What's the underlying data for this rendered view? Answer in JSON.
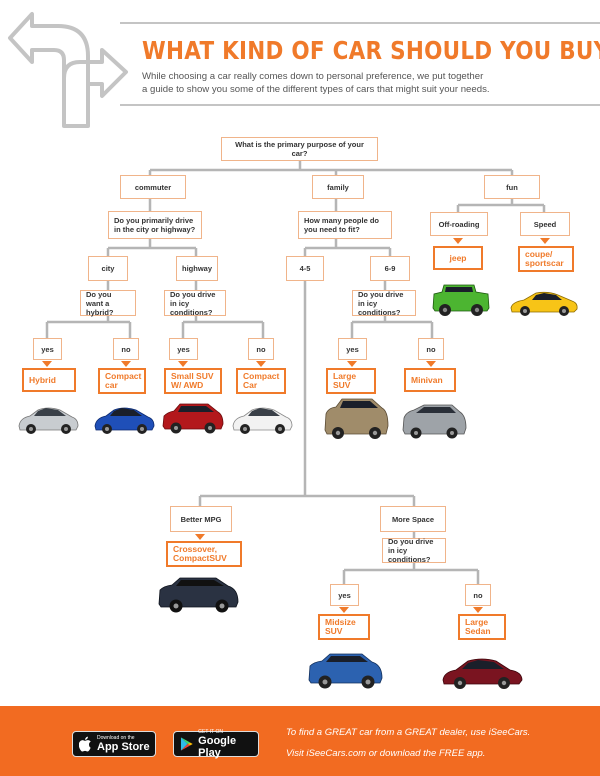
{
  "header": {
    "title": "WHAT KIND OF CAR SHOULD YOU BUY?",
    "subtitle_line1": "While choosing a car really comes down to personal preference, we put together",
    "subtitle_line2": "a guide to show you some of the different types of cars that might suit your needs."
  },
  "flowchart": {
    "root": "What is the primary purpose of your car?",
    "commuter": "commuter",
    "family": "family",
    "fun": "fun",
    "commuter_q": "Do you primarily drive in the city or highway?",
    "city": "city",
    "highway": "highway",
    "hybrid_q": "Do you want a hybrid?",
    "icy_q1": "Do you drive in icy conditions?",
    "yes1": "yes",
    "no1": "no",
    "yes2": "yes",
    "no2": "no",
    "hybrid": "Hybrid",
    "compact1": "Compact car",
    "small_suv": "Small SUV W/ AWD",
    "compact2": "Compact Car",
    "family_q": "How many people do you need to fit?",
    "four_five": "4-5",
    "six_nine": "6-9",
    "icy_q2": "Do you drive in icy conditions?",
    "yes3": "yes",
    "no3": "no",
    "large_suv": "Large SUV",
    "minivan": "Minivan",
    "offroading": "Off-roading",
    "speed": "Speed",
    "jeep": "jeep",
    "coupe": "coupe/ sportscar",
    "better_mpg": "Better MPG",
    "more_space": "More Space",
    "crossover": "Crossover, CompactSUV",
    "icy_q3": "Do you drive in icy conditions?",
    "yes4": "yes",
    "no4": "no",
    "midsize_suv": "Midsize SUV",
    "large_sedan": "Large Sedan"
  },
  "footer": {
    "appstore_small": "Download on the",
    "appstore_big": "App Store",
    "googleplay_small": "GET IT ON",
    "googleplay_big": "Google Play",
    "line1": "To find a GREAT car from a GREAT dealer, use iSeeCars.",
    "line2": "Visit iSeeCars.com or download the FREE app."
  },
  "colors": {
    "accent": "#f07a2a",
    "footer_bg": "#f26b21",
    "connector": "#b5b5b5"
  }
}
